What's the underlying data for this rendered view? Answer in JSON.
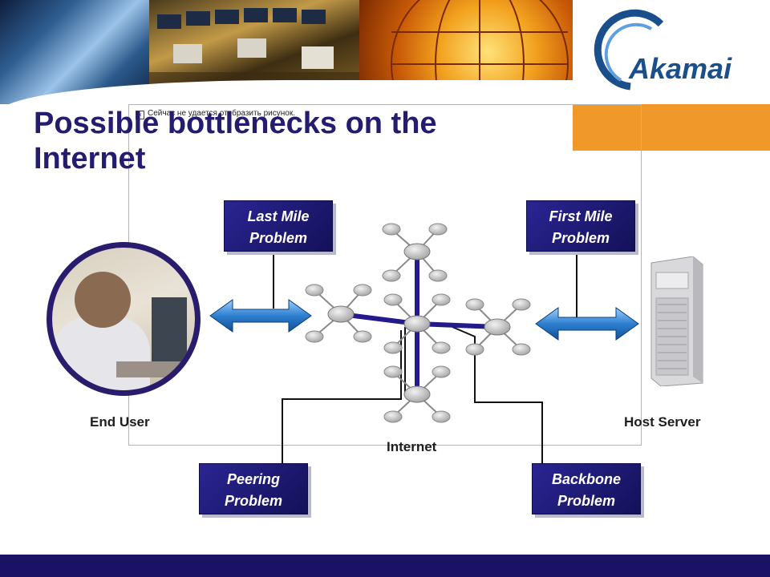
{
  "brand": {
    "logo_text": "Akamai",
    "accent_color": "#f0982a",
    "logo_color": "#1a4f8c"
  },
  "slide": {
    "title": "Possible bottlenecks on the Internet"
  },
  "frame_caption": "Сейчас не удается отобразить рисунок.",
  "callouts": {
    "last_mile": "Last Mile Problem",
    "first_mile": "First Mile Problem",
    "peering": "Peering Problem",
    "backbone": "Backbone Problem"
  },
  "labels": {
    "end_user": "End User",
    "host_server": "Host Server",
    "internet": "Internet"
  },
  "colors": {
    "title": "#241c6e",
    "callout_bg": "#1d1880",
    "network_link": "#241a8c",
    "arrow": "#2d7fd0",
    "bottom_bar": "#1b1265"
  }
}
